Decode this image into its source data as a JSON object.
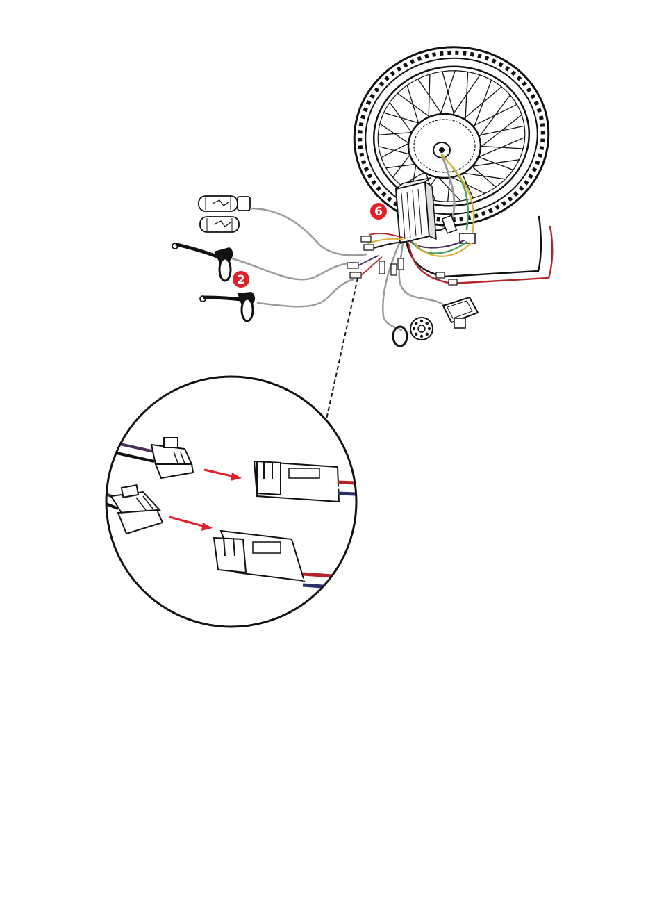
{
  "callouts": [
    {
      "id": "controller-callout",
      "label": "6"
    },
    {
      "id": "brake-callout",
      "label": "2"
    }
  ],
  "colors": {
    "callout_red": "#e3202a",
    "arrow_red": "#e3202a",
    "wire_red": "#b3242a",
    "wire_blue": "#27306b",
    "wire_purple": "#4a2f5c",
    "wire_green": "#4aa05a",
    "wire_yellow": "#d8b43a",
    "wire_black": "#111111",
    "outline": "#111111",
    "cable_gray": "#9a9a9a"
  },
  "icons": [
    "wheel-icon",
    "controller-icon",
    "throttle-grip-icon",
    "brake-lever-icon",
    "display-icon",
    "pas-sensor-icon",
    "connector-icon",
    "arrow-icon"
  ]
}
